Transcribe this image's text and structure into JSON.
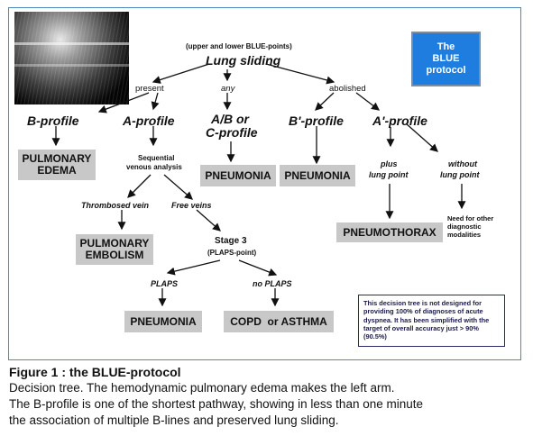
{
  "diagram": {
    "top_note": "(upper and lower BLUE-points)",
    "root": "Lung sliding",
    "edge_present": "present",
    "edge_any": "any",
    "edge_abolished": "abolished",
    "b_profile": "B-profile",
    "a_profile": "A-profile",
    "ab_c_profile_line1": "A/B or",
    "ab_c_profile_line2": "C-profile",
    "b_prime_profile": "B'-profile",
    "a_prime_profile": "A'-profile",
    "pulmonary_edema_line1": "PULMONARY",
    "pulmonary_edema_line2": "EDEMA",
    "sequential_line1": "Sequential",
    "sequential_line2": "venous analysis",
    "pneumonia_ab": "PNEUMONIA",
    "pneumonia_bprime": "PNEUMONIA",
    "plus_lung_point_line1": "plus",
    "plus_lung_point_line2": "lung point",
    "without_lung_point_line1": "without",
    "without_lung_point_line2": "lung point",
    "thrombosed_vein": "Thrombosed vein",
    "free_veins": "Free veins",
    "pulmonary_embolism_line1": "PULMONARY",
    "pulmonary_embolism_line2": "EMBOLISM",
    "stage3": "Stage 3",
    "plaps_point": "(PLAPS-point)",
    "pneumothorax": "PNEUMOTHORAX",
    "need_other_line1": "Need for other",
    "need_other_line2": "diagnostic",
    "need_other_line3": "modalities",
    "plaps": "PLAPS",
    "no_plaps": "no PLAPS",
    "pneumonia_plaps": "PNEUMONIA",
    "copd_asthma": "COPD  or ASTHMA",
    "protocol_box_line1": "The",
    "protocol_box_line2": "BLUE",
    "protocol_box_line3": "protocol",
    "note": "This decision tree is not designed for providing 100% of diagnoses of acute dyspnea. It has been simplified with the target of overall accuracy just > 90% (90.5%)"
  },
  "caption": {
    "title": "Figure 1 : the BLUE-protocol",
    "line1": "Decision tree. The hemodynamic pulmonary edema makes the left arm.",
    "line2": "The B-profile is one of the shortest pathway, showing in less than one minute",
    "line3": "the association of multiple B-lines and preserved lung sliding."
  },
  "colors": {
    "frame_border": "#4c8bbf",
    "box_fill": "#c8c8c8",
    "protocol_box_fill": "#1f7de0"
  }
}
